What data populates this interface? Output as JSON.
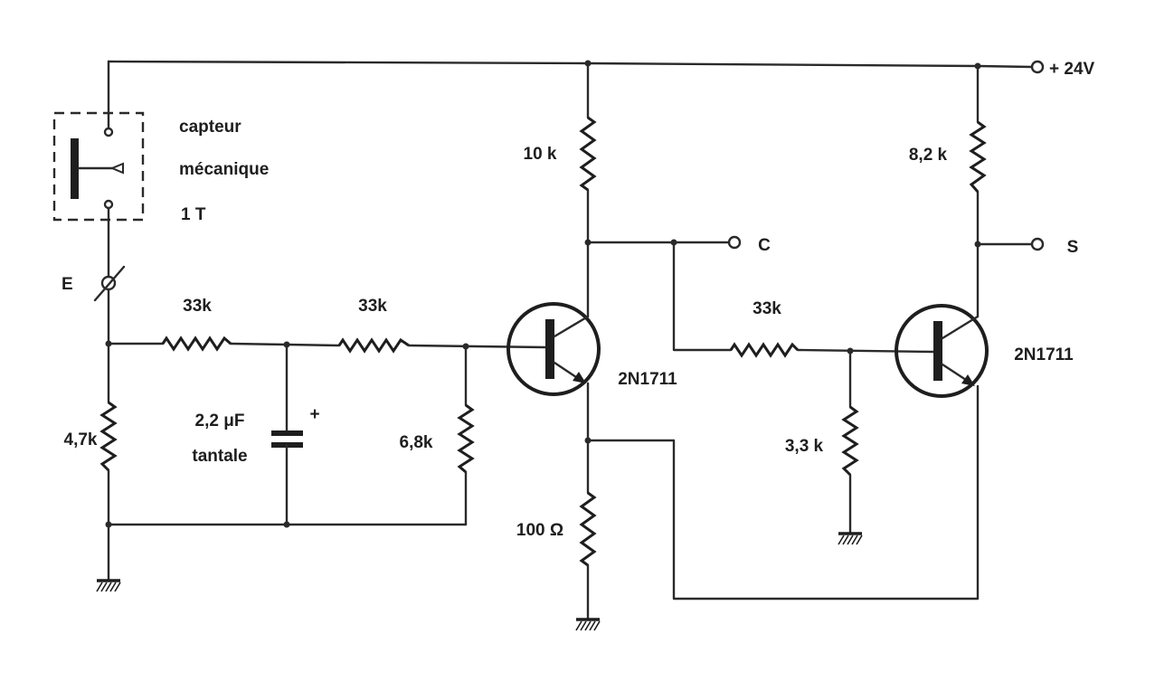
{
  "sensor": {
    "label_line1": "capteur",
    "label_line2": "mécanique",
    "label_line3": "1 T"
  },
  "input": {
    "label": "E"
  },
  "supply": {
    "label": "+ 24V"
  },
  "outputs": {
    "c_label": "C",
    "s_label": "S"
  },
  "resistors": {
    "r_input_1": "33k",
    "r_input_2": "33k",
    "r_shunt_input": "4,7k",
    "r_base_1": "6,8k",
    "r_collector_1": "10 k",
    "r_emitter_1": "100 Ω",
    "r_coupling": "33k",
    "r_base_2": "3,3 k",
    "r_collector_2": "8,2 k"
  },
  "capacitor": {
    "value": "2,2 μF",
    "type": "tantale",
    "polarity": "+"
  },
  "transistors": {
    "t1": "2N1711",
    "t2": "2N1711"
  }
}
